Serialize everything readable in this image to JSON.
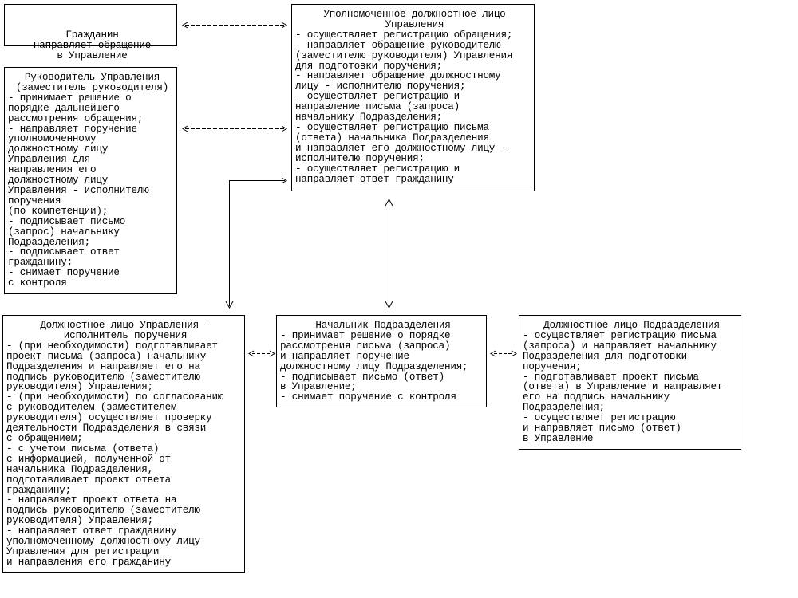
{
  "boxes": {
    "citizen": {
      "title": "Гражданин\nнаправляет обращение\nв Управление",
      "body": ""
    },
    "authorized": {
      "title": "Уполномоченное должностное лицо\nУправления",
      "body": "- осуществляет регистрацию обращения;\n- направляет обращение руководителю\n(заместителю руководителя) Управления\nдля подготовки поручения;\n- направляет обращение должностному\nлицу - исполнителю поручения;\n- осуществляет регистрацию и\nнаправление письма (запроса)\nначальнику Подразделения;\n- осуществляет регистрацию письма\n(ответа) начальника Подразделения\nи направляет его должностному лицу -\nисполнителю поручения;\n- осуществляет регистрацию и\nнаправляет ответ гражданину"
    },
    "head": {
      "title": "Руководитель Управления\n(заместитель руководителя)",
      "body": "- принимает решение о\nпорядке дальнейшего\nрассмотрения обращения;\n- направляет поручение\nуполномоченному\nдолжностному лицу\nУправления для\nнаправления его\nдолжностному лицу\nУправления - исполнителю\nпоручения\n(по компетенции);\n- подписывает письмо\n(запрос) начальнику\nПодразделения;\n- подписывает ответ\nгражданину;\n- снимает поручение\nс контроля"
    },
    "executor": {
      "title": "Должностное лицо Управления -\nисполнитель поручения",
      "body": "- (при необходимости) подготавливает\nпроект письма (запроса) начальнику\nПодразделения и направляет его на\nподпись руководителю (заместителю\nруководителя) Управления;\n- (при необходимости) по согласованию\nс руководителем (заместителем\nруководителя) осуществляет проверку\nдеятельности Подразделения в связи\nс обращением;\n- с учетом письма (ответа)\nс информацией, полученной от\nначальника Подразделения,\nподготавливает проект ответа\nгражданину;\n- направляет проект ответа на\nподпись руководителю (заместителю\nруководителя) Управления;\n- направляет ответ гражданину\nуполномоченному должностному лицу\nУправления для регистрации\nи направления его гражданину"
    },
    "chief": {
      "title": "Начальник Подразделения",
      "body": "- принимает решение о порядке\nрассмотрения письма (запроса)\nи направляет поручение\nдолжностному лицу Подразделения;\n- подписывает письмо (ответ)\nв Управление;\n- снимает поручение с контроля"
    },
    "sub_official": {
      "title": "Должностное лицо Подразделения",
      "body": "- осуществляет регистрацию письма\n(запроса) и направляет начальнику\nПодразделения для подготовки\nпоручения;\n- подготавливает проект письма\n(ответа) в Управление и направляет\nего на подпись начальнику\nПодразделения;\n- осуществляет регистрацию\nи направляет письмо (ответ)\nв Управление"
    }
  }
}
